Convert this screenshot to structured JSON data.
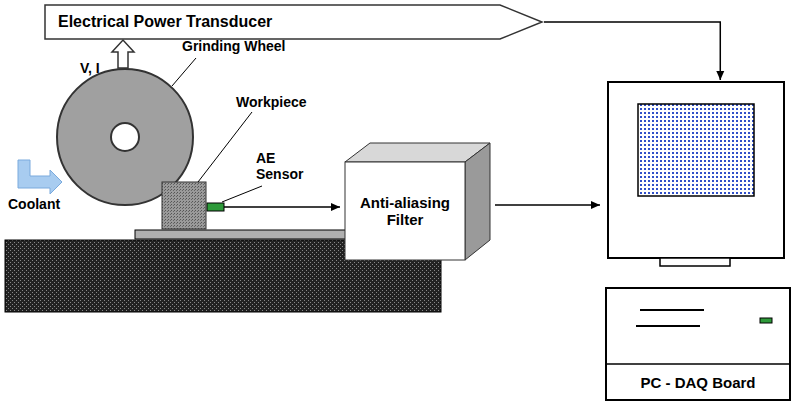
{
  "diagram": {
    "nodes": [
      {
        "text": [
          "Electrical Power Transducer"
        ]
      },
      {
        "text": [
          "Anti-aliasing Filter"
        ]
      },
      {
        "text": [
          "PC - DAQ Board"
        ]
      }
    ],
    "edges": [
      {
        "from": 0,
        "to": 2,
        "arrow": "to"
      },
      {
        "from": 1,
        "to": 2,
        "arrow": "to"
      }
    ],
    "labels": [
      "V, I",
      "Grinding Wheel",
      "Workpiece",
      "AE Sensor",
      "Coolant"
    ]
  }
}
